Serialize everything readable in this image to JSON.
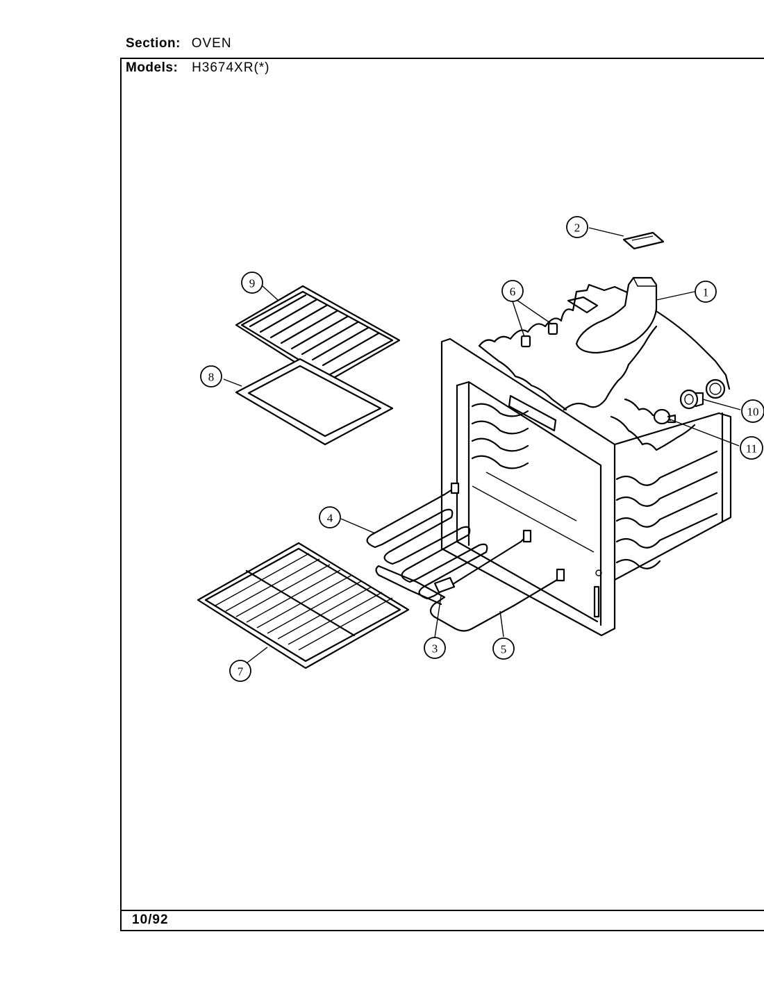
{
  "header": {
    "section_label": "Section:",
    "section_value": "OVEN",
    "models_label": "Models:",
    "models_value": "H3674XR(*)"
  },
  "footer": {
    "date": "10/92"
  },
  "callouts": {
    "c1": "1",
    "c2": "2",
    "c3": "3",
    "c4": "4",
    "c5": "5",
    "c6": "6",
    "c7": "7",
    "c8": "8",
    "c9": "9",
    "c10": "10",
    "c11": "11"
  }
}
